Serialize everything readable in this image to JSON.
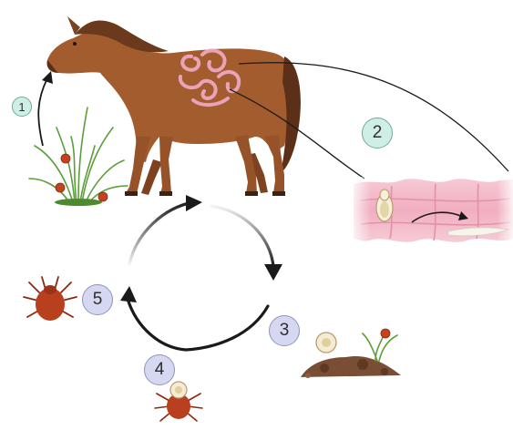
{
  "steps": [
    {
      "label": "1"
    },
    {
      "label": "2"
    },
    {
      "label": "3"
    },
    {
      "label": "4"
    },
    {
      "label": "5"
    }
  ],
  "colors": {
    "horse": "#a05a2c",
    "horse_dark": "#6b3a1c",
    "intestine": "#f2b8c6",
    "intestine_dark": "#d98aa0",
    "mite": "#b23a1e",
    "grass": "#5c9e3a",
    "soil": "#7a4e34",
    "badge_green": "#cfeee6",
    "badge_lavender": "#d5d8f0"
  }
}
